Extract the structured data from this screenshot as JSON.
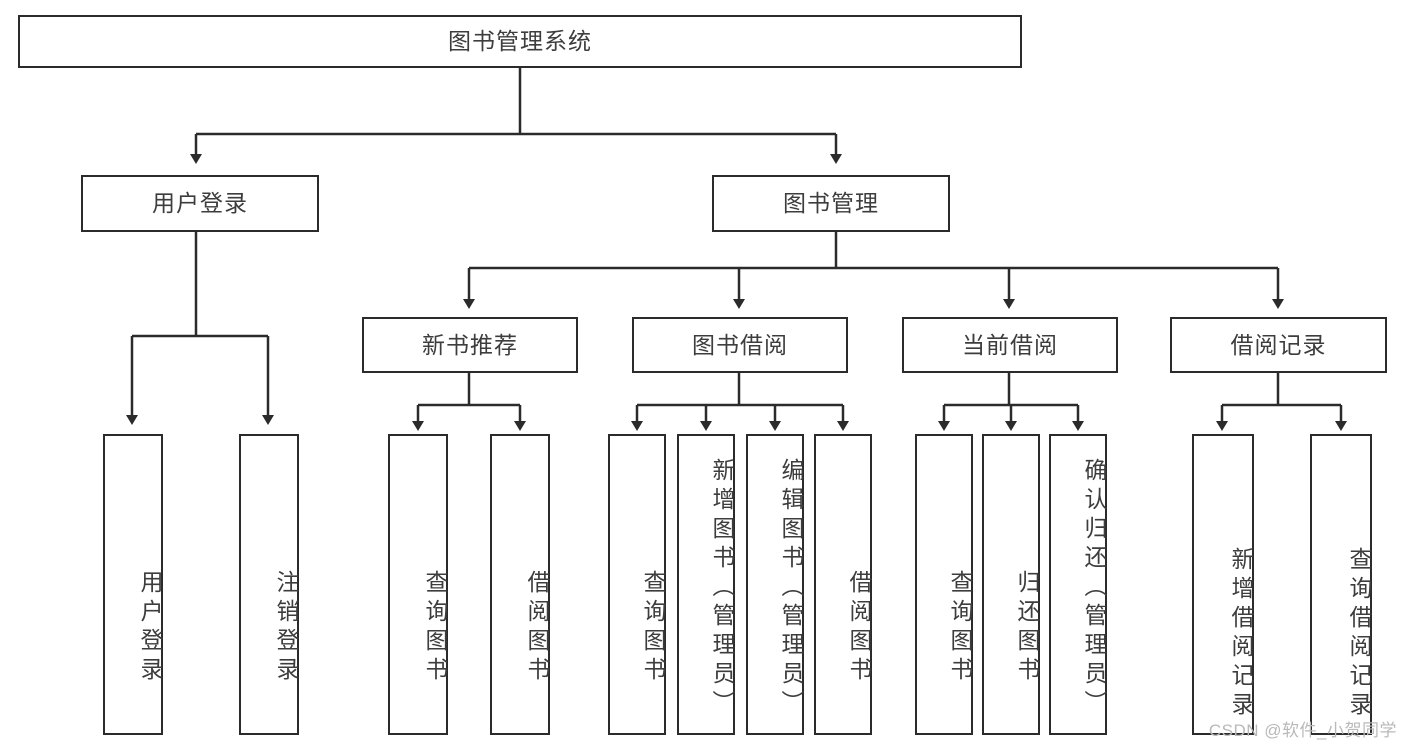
{
  "diagram": {
    "type": "tree-hierarchy",
    "title": "图书管理系统",
    "watermark": "CSDN @软件_小贺同学",
    "colors": {
      "background": "#ffffff",
      "box_border": "#2b2b2b",
      "box_fill": "#ffffff",
      "text": "#3d3d3d",
      "connector": "#2b2b2b",
      "watermark": "#b9b9b9"
    },
    "levels": {
      "level0": [
        "图书管理系统"
      ],
      "level1": [
        "用户登录",
        "图书管理"
      ],
      "level2": [
        "新书推荐",
        "图书借阅",
        "当前借阅",
        "借阅记录"
      ],
      "level3": [
        "用户登录",
        "注销登录",
        "查询图书",
        "借阅图书",
        "查询图书",
        "新增图书（管理员）",
        "编辑图书（管理员）",
        "借阅图书",
        "查询图书",
        "归还图书",
        "确认归还（管理员）",
        "新增借阅记录",
        "查询借阅记录"
      ]
    },
    "nodes": {
      "root": {
        "label": "图书管理系统"
      },
      "user_login": {
        "label": "用户登录"
      },
      "book_manage": {
        "label": "图书管理"
      },
      "new_book_rec": {
        "label": "新书推荐"
      },
      "book_borrow": {
        "label": "图书借阅"
      },
      "current_borrow": {
        "label": "当前借阅"
      },
      "borrow_record": {
        "label": "借阅记录"
      },
      "leaf_user_login": {
        "label": "用户登录"
      },
      "leaf_logout": {
        "label": "注销登录"
      },
      "leaf_query_book_1": {
        "label": "查询图书"
      },
      "leaf_borrow_book_1": {
        "label": "借阅图书"
      },
      "leaf_query_book_2": {
        "label": "查询图书"
      },
      "leaf_add_book": {
        "label": "新增图书（管理员）"
      },
      "leaf_edit_book": {
        "label": "编辑图书（管理员）"
      },
      "leaf_borrow_book_2": {
        "label": "借阅图书"
      },
      "leaf_query_book_3": {
        "label": "查询图书"
      },
      "leaf_return_book": {
        "label": "归还图书"
      },
      "leaf_confirm_return": {
        "label": "确认归还（管理员）"
      },
      "leaf_add_record": {
        "label": "新增借阅记录"
      },
      "leaf_query_record": {
        "label": "查询借阅记录"
      }
    },
    "edges": [
      {
        "from": "root",
        "to": "user_login"
      },
      {
        "from": "root",
        "to": "book_manage"
      },
      {
        "from": "user_login",
        "to": "leaf_user_login"
      },
      {
        "from": "user_login",
        "to": "leaf_logout"
      },
      {
        "from": "book_manage",
        "to": "new_book_rec"
      },
      {
        "from": "book_manage",
        "to": "book_borrow"
      },
      {
        "from": "book_manage",
        "to": "current_borrow"
      },
      {
        "from": "book_manage",
        "to": "borrow_record"
      },
      {
        "from": "new_book_rec",
        "to": "leaf_query_book_1"
      },
      {
        "from": "new_book_rec",
        "to": "leaf_borrow_book_1"
      },
      {
        "from": "book_borrow",
        "to": "leaf_query_book_2"
      },
      {
        "from": "book_borrow",
        "to": "leaf_add_book"
      },
      {
        "from": "book_borrow",
        "to": "leaf_edit_book"
      },
      {
        "from": "book_borrow",
        "to": "leaf_borrow_book_2"
      },
      {
        "from": "current_borrow",
        "to": "leaf_query_book_3"
      },
      {
        "from": "current_borrow",
        "to": "leaf_return_book"
      },
      {
        "from": "current_borrow",
        "to": "leaf_confirm_return"
      },
      {
        "from": "borrow_record",
        "to": "leaf_add_record"
      },
      {
        "from": "borrow_record",
        "to": "leaf_query_record"
      }
    ]
  }
}
